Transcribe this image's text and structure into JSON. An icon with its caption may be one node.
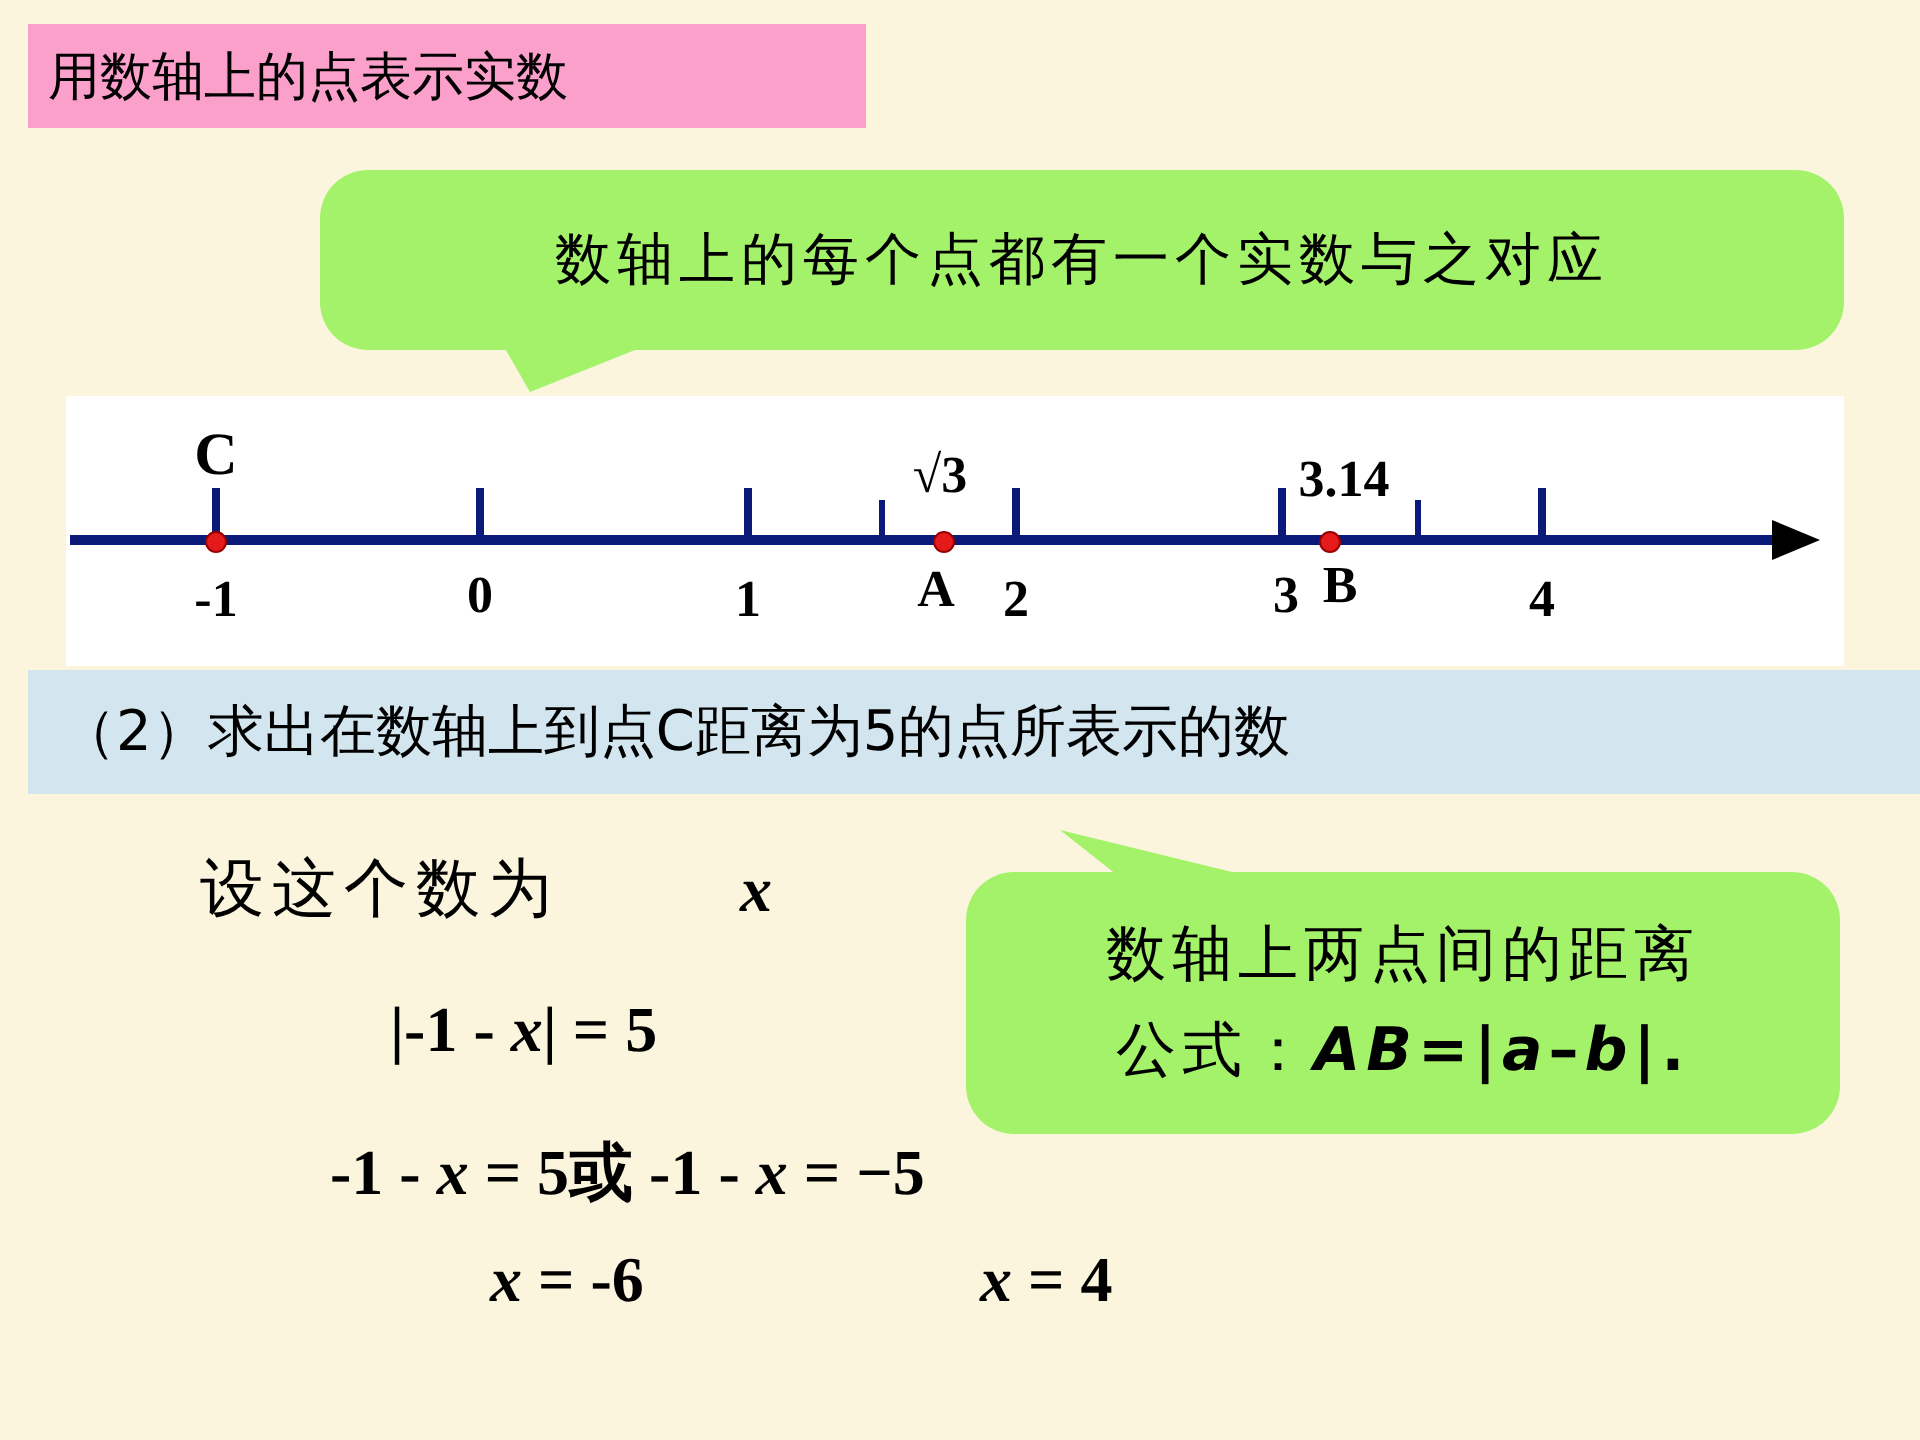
{
  "diagram": {
    "title": "用数轴上的点表示实数",
    "nodes": [
      {
        "text": [
          "数轴上的每个点都有一个实数与之对应"
        ]
      },
      {
        "text": [
          "数轴上两点间的距离公式：***AB*=|*a*–*b*|.**"
        ]
      }
    ],
    "edges": [],
    "labels": [
      "C",
      "√3",
      "3.14",
      "-1",
      "0",
      "1",
      "A",
      "2",
      "3",
      "B",
      "4",
      "（2）求出在数轴上到点C距离为5的点所表示的数",
      "设这个数为",
      "*x*",
      "|-1 - *x*| = 5",
      "-1 - *x* = 5或 -1 - *x* = −5",
      "*x* = -6",
      "*x* = 4"
    ]
  }
}
